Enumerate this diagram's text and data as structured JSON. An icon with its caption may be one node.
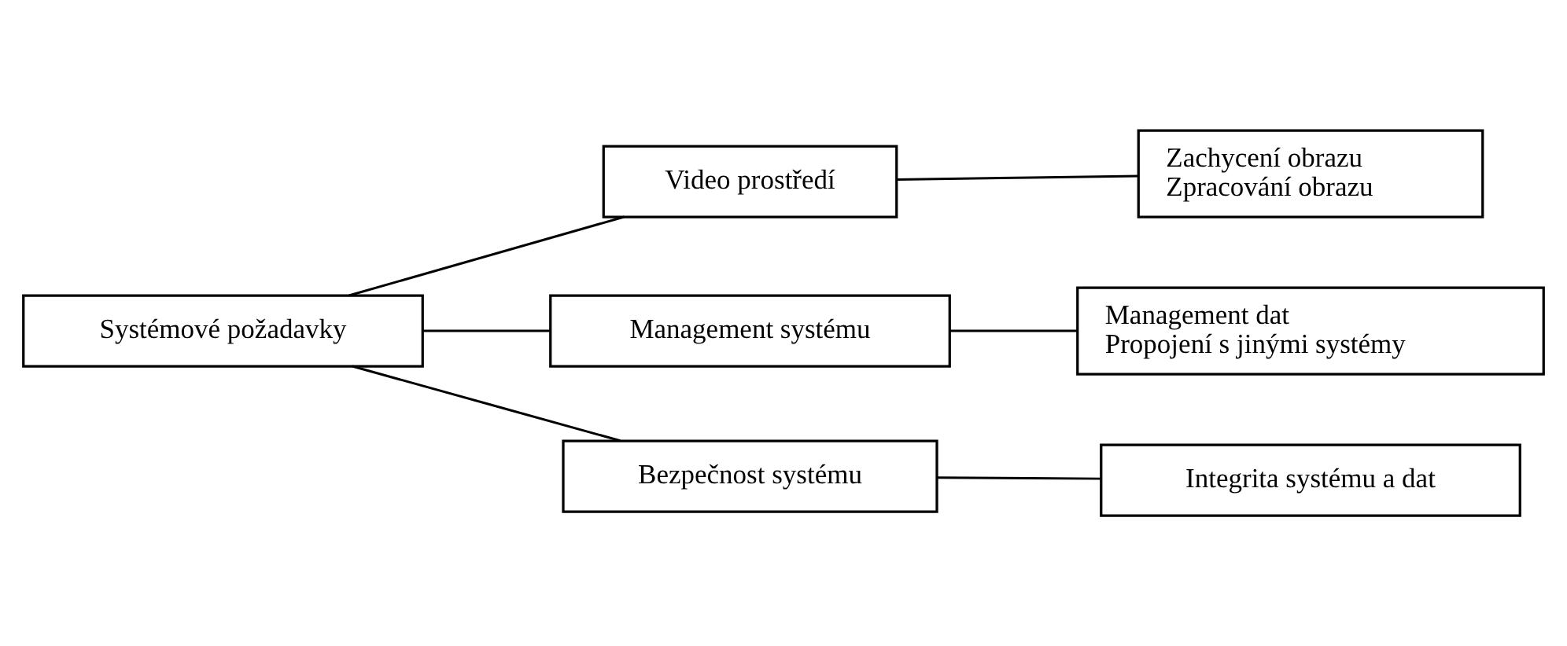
{
  "diagram": {
    "nodes": [
      {
        "text": [
          "Systémové požadavky"
        ]
      },
      {
        "text": [
          "Video prostředí"
        ]
      },
      {
        "text": [
          "Zachycení obrazu",
          "Zpracování obrazu"
        ]
      },
      {
        "text": [
          "Management systému"
        ]
      },
      {
        "text": [
          "Management dat",
          "Propojení s jinými systémy"
        ]
      },
      {
        "text": [
          "Bezpečnost systému"
        ]
      },
      {
        "text": [
          "Integrita systému a dat"
        ]
      }
    ],
    "edges": [
      {
        "from": 0,
        "to": 1,
        "arrow": "none"
      },
      {
        "from": 0,
        "to": 3,
        "arrow": "none"
      },
      {
        "from": 0,
        "to": 5,
        "arrow": "none"
      },
      {
        "from": 1,
        "to": 2,
        "arrow": "none"
      },
      {
        "from": 3,
        "to": 4,
        "arrow": "none"
      },
      {
        "from": 5,
        "to": 6,
        "arrow": "none"
      }
    ]
  }
}
